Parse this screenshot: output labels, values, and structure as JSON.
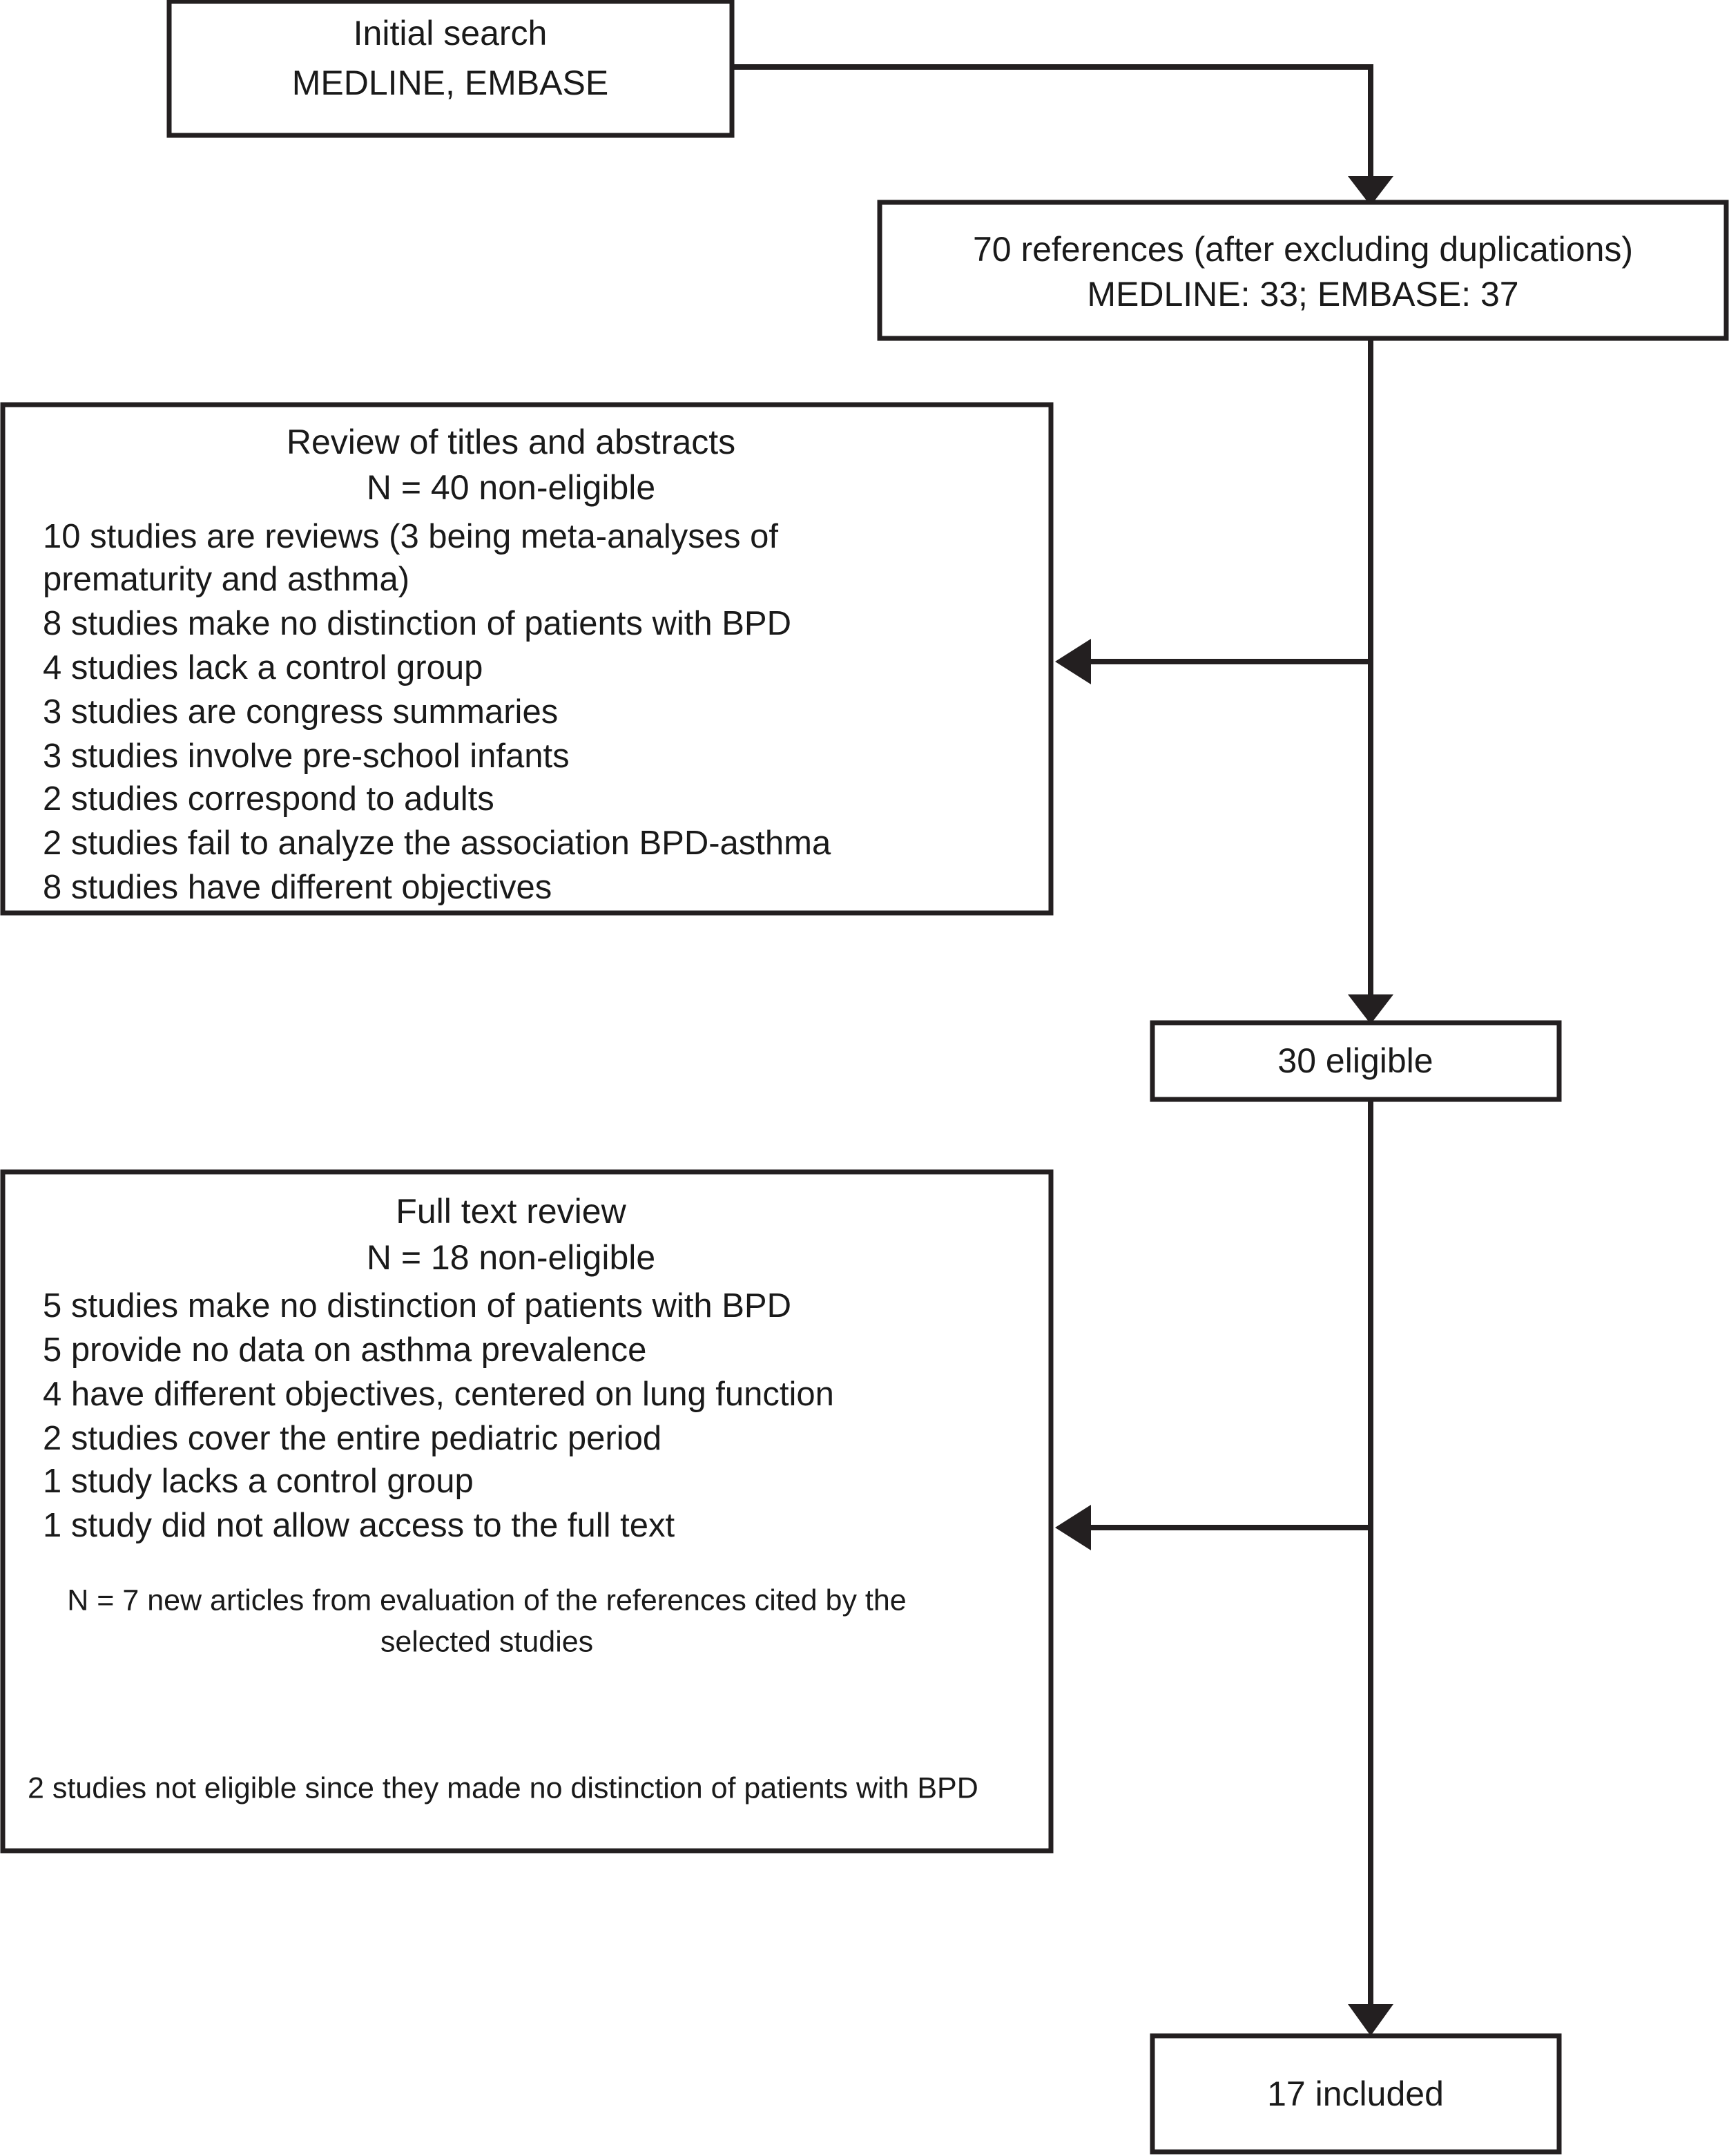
{
  "diagram": {
    "type": "prisma-study-selection-flowchart",
    "colors": {
      "stroke": "#231f20",
      "text": "#1a1a1a",
      "background": "#ffffff"
    },
    "nodes": {
      "initial_search": {
        "line1": "Initial search",
        "line2": "MEDLINE, EMBASE"
      },
      "references": {
        "line1": "70 references (after excluding duplications)",
        "line2": "MEDLINE: 33; EMBASE: 37"
      },
      "title_abstract_review": {
        "title": "Review of titles and abstracts",
        "subtitle": "N = 40 non-eligible",
        "items": [
          "10 studies are reviews (3 being meta-analyses of",
          "prematurity and asthma)",
          "8 studies make no distinction of patients with BPD",
          "4 studies lack a control group",
          "3 studies are congress summaries",
          "3 studies involve pre-school infants",
          "2 studies correspond to adults",
          "2 studies fail to analyze the association BPD-asthma",
          "8 studies have different objectives"
        ]
      },
      "eligible": {
        "label": "30 eligible"
      },
      "full_text_review": {
        "title": "Full text review",
        "subtitle": "N = 18 non-eligible",
        "items": [
          "5 studies make no distinction of patients with BPD",
          "5 provide no data on asthma prevalence",
          "4 have different objectives, centered on lung function",
          "2 studies cover the entire pediatric period",
          "1 study lacks a control group",
          "1 study did not allow access to the full text"
        ],
        "new_articles_line1": "N = 7 new articles from evaluation of the references cited by the",
        "new_articles_line2": "selected studies",
        "after_arrow": "2 studies not eligible since they made no distinction of patients with BPD"
      },
      "included": {
        "label": "17 included"
      }
    }
  }
}
